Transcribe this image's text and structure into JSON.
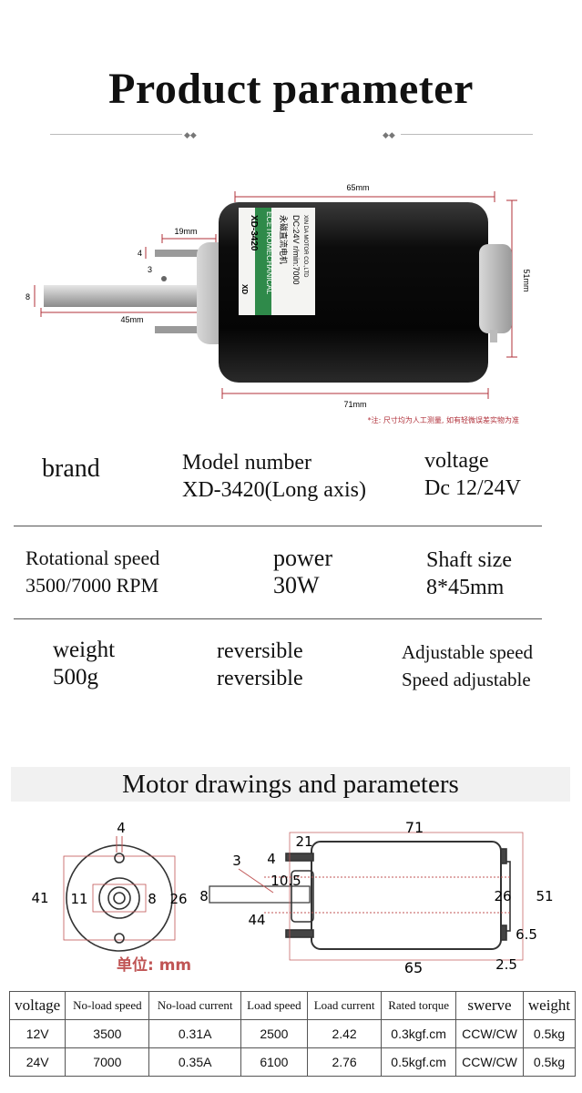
{
  "title": "Product parameter",
  "photo": {
    "dim_top": "65mm",
    "dim_bottom": "71mm",
    "dim_right": "51mm",
    "dim_shaft_len": "45mm",
    "dim_flange": "19mm",
    "dim_shaft_dia": "8",
    "dim_bolt": "4",
    "dim_hole": "3",
    "label_model": "XD-3420",
    "label_brand": "ECETROMECHANICAL",
    "label_cn": "永磁直流电机",
    "label_rating": "DC:24V  r/min:7000",
    "label_maker": "XIN DA MOTOR CO.,LTD",
    "label_logo": "XD",
    "note": "*注: 尺寸均为人工测量, 如有轻微误差实物为准"
  },
  "specs": [
    {
      "key": "brand",
      "value": ""
    },
    {
      "key": "Model number",
      "value": "XD-3420(Long axis)"
    },
    {
      "key": "voltage",
      "value": "Dc 12/24V"
    },
    {
      "key": "Rotational speed",
      "value": "3500/7000 RPM"
    },
    {
      "key": "power",
      "value": "30W"
    },
    {
      "key": "Shaft size",
      "value": "8*45mm"
    },
    {
      "key": "weight",
      "value": "500g"
    },
    {
      "key": "reversible",
      "value": "reversible"
    },
    {
      "key": "Adjustable speed",
      "value": "Speed adjustable"
    }
  ],
  "section_title": "Motor drawings and parameters",
  "drawing": {
    "front_top": "4",
    "front_left": "41",
    "front_11": "11",
    "front_8": "8",
    "front_26": "26",
    "side_3": "3",
    "side_21": "21",
    "side_71": "71",
    "side_4": "4",
    "side_10_5": "10.5",
    "side_8": "8",
    "side_44": "44",
    "side_26": "26",
    "side_51": "51",
    "side_6_5": "6.5",
    "side_65": "65",
    "side_2_5": "2.5",
    "unit": "单位: mm"
  },
  "table": {
    "headers": [
      "voltage",
      "No-load speed",
      "No-load current",
      "Load speed",
      "Load current",
      "Rated torque",
      "swerve",
      "weight"
    ],
    "rows": [
      [
        "12V",
        "3500",
        "0.31A",
        "2500",
        "2.42",
        "0.3kgf.cm",
        "CCW/CW",
        "0.5kg"
      ],
      [
        "24V",
        "7000",
        "0.35A",
        "6100",
        "2.76",
        "0.5kgf.cm",
        "CCW/CW",
        "0.5kg"
      ]
    ]
  },
  "colors": {
    "dimension": "#b0303a",
    "drawing": "#c05555",
    "motor_body": "#141414",
    "label_green": "#2f8a4a"
  }
}
